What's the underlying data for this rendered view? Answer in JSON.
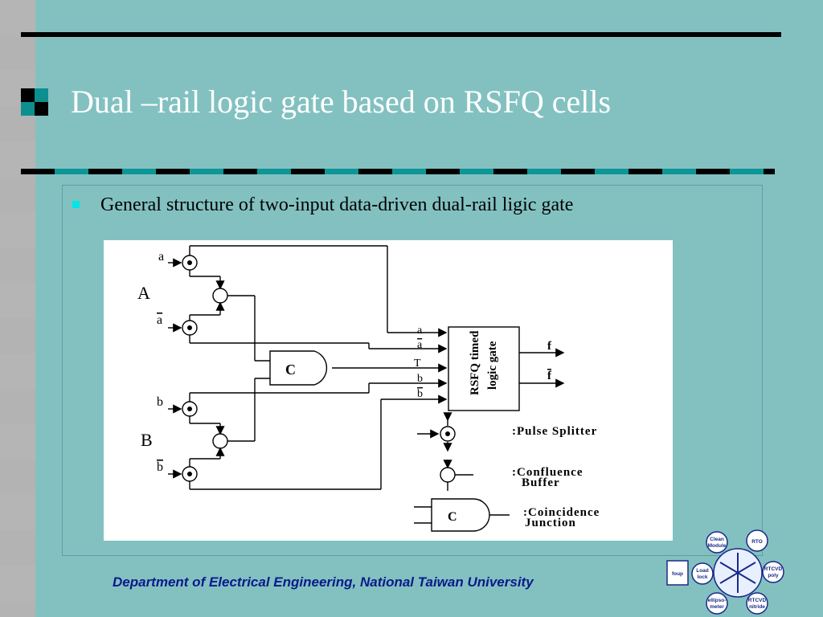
{
  "slide": {
    "title": "Dual –rail logic gate based on RSFQ cells",
    "bullet": "General structure of two-input data-driven dual-rail ligic gate",
    "footer": "Department of Electrical Engineering, National Taiwan University"
  },
  "diagram": {
    "input_a": "a",
    "input_a_bar": "a",
    "input_b": "b",
    "input_b_bar": "b",
    "group_a": "A",
    "group_b": "B",
    "coincidence_label": "C",
    "gate_line1": "RSFQ timed",
    "gate_line2": "logic gate",
    "gate_in_a": "a",
    "gate_in_a_bar": "a",
    "gate_in_t": "T",
    "gate_in_b": "b",
    "gate_in_b_bar": "b",
    "out_f": "f",
    "out_f_bar": "f",
    "legend": {
      "splitter": ":Pulse Splitter",
      "confluence_1": ":Confluence",
      "confluence_2": "Buffer",
      "coincidence_1": ":Coincidence",
      "coincidence_2": "Junction",
      "legend_c": "C"
    }
  },
  "logo": {
    "clean_module": [
      "Clean",
      "Module"
    ],
    "rto": "RTO",
    "load_lock": [
      "Load",
      "lock"
    ],
    "rtcvd_poly": [
      "RTCVD",
      "poly"
    ],
    "foup": "foup",
    "ellipsometer": [
      "ellipso-",
      "meter"
    ],
    "rtcvd_nitride": [
      "RTCVD",
      "nitride"
    ]
  },
  "colors": {
    "background": "#83c1c1",
    "title": "#ffffff",
    "footer": "#0a1a8a",
    "accent_bullet": "#00e6e6"
  }
}
